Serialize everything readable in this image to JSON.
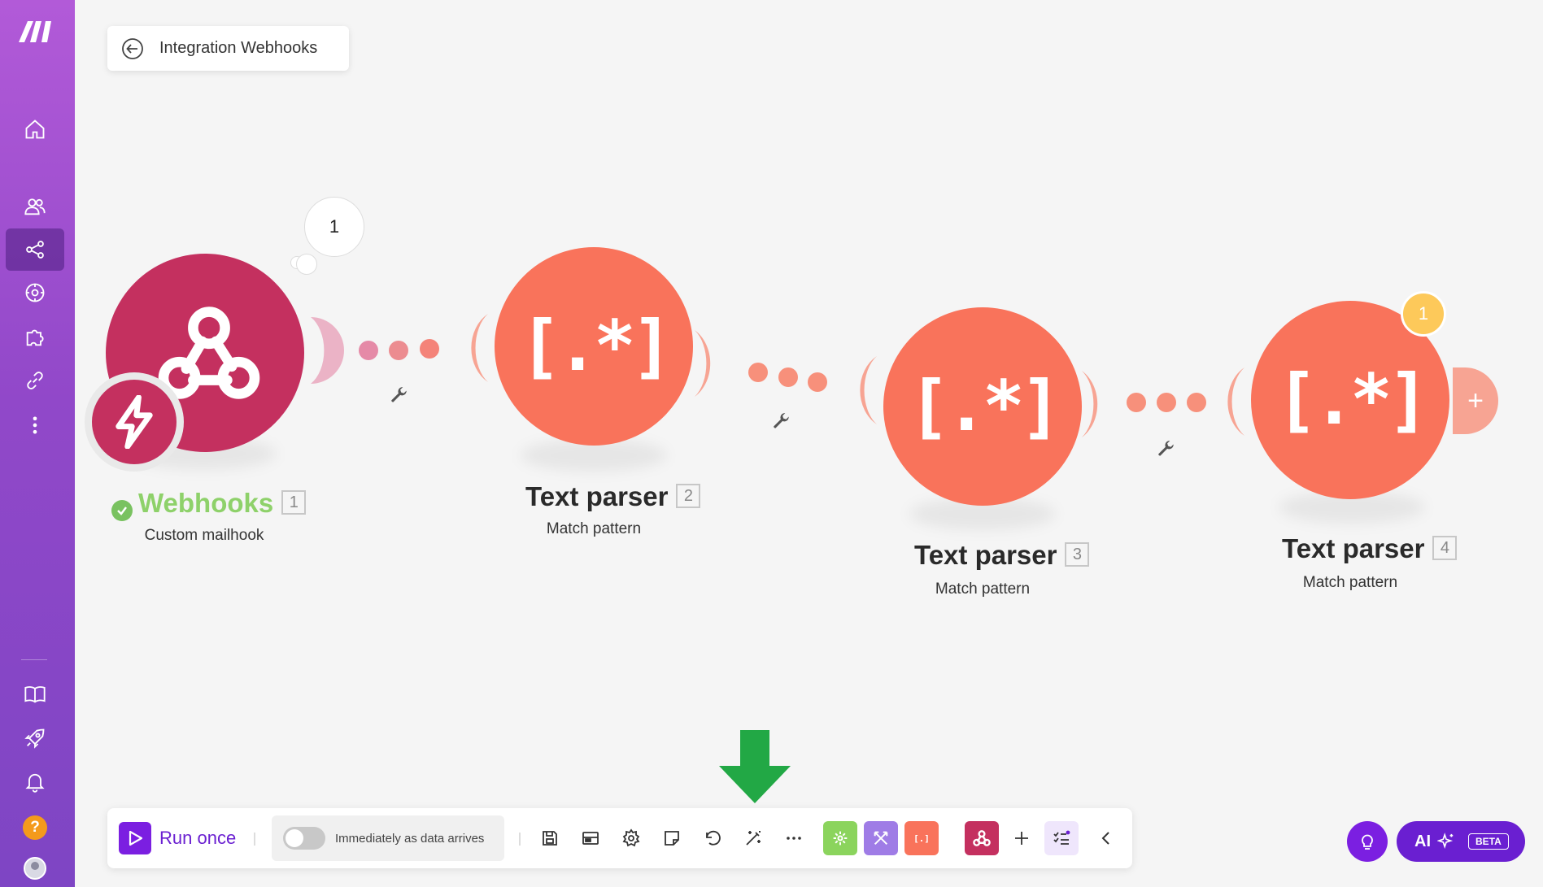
{
  "header": {
    "back_title": "Integration Webhooks"
  },
  "sidebar": {
    "items": [
      {
        "name": "home",
        "icon": "home-icon"
      },
      {
        "name": "team",
        "icon": "team-icon"
      },
      {
        "name": "scenarios",
        "icon": "share-icon",
        "active": true
      },
      {
        "name": "templates",
        "icon": "globe-icon"
      },
      {
        "name": "apps",
        "icon": "puzzle-icon"
      },
      {
        "name": "connections",
        "icon": "link-icon"
      },
      {
        "name": "more",
        "icon": "more-vertical-icon"
      }
    ],
    "bottom": [
      {
        "name": "docs",
        "icon": "book-icon"
      },
      {
        "name": "launch",
        "icon": "rocket-icon"
      },
      {
        "name": "notifications",
        "icon": "bell-icon"
      },
      {
        "name": "help",
        "icon": "help-icon",
        "label": "?"
      },
      {
        "name": "profile",
        "icon": "avatar-icon"
      }
    ]
  },
  "modules": [
    {
      "title": "Webhooks",
      "number": "1",
      "subtitle": "Custom mailhook",
      "color": "#c4305f",
      "bubble": "1"
    },
    {
      "title": "Text parser",
      "number": "2",
      "subtitle": "Match pattern",
      "color": "#f9735b",
      "glyph": "[.*]"
    },
    {
      "title": "Text parser",
      "number": "3",
      "subtitle": "Match pattern",
      "color": "#f9735b",
      "glyph": "[.*]"
    },
    {
      "title": "Text parser",
      "number": "4",
      "subtitle": "Match pattern",
      "color": "#f9735b",
      "glyph": "[.*]",
      "badge": "1"
    }
  ],
  "toolbar": {
    "run_label": "Run once",
    "schedule_label": "Immediately as data arrives",
    "icons": [
      "save-icon",
      "scheduling-icon",
      "settings-icon",
      "notes-icon",
      "undo-icon",
      "auto-align-icon",
      "more-icon"
    ],
    "app_tiles": [
      {
        "icon": "tools-icon",
        "color": "#8bd45d"
      },
      {
        "icon": "flow-control-icon",
        "color": "#9f7ce6"
      },
      {
        "icon": "text-parser-icon",
        "color": "#f9735b",
        "label": "[.]"
      },
      {
        "icon": "webhooks-icon",
        "color": "#c4305f"
      }
    ]
  },
  "ai": {
    "label": "AI",
    "badge": "BETA"
  },
  "accent_color": "#6a1fd1",
  "annotation": {
    "arrow_color": "#22a845"
  }
}
